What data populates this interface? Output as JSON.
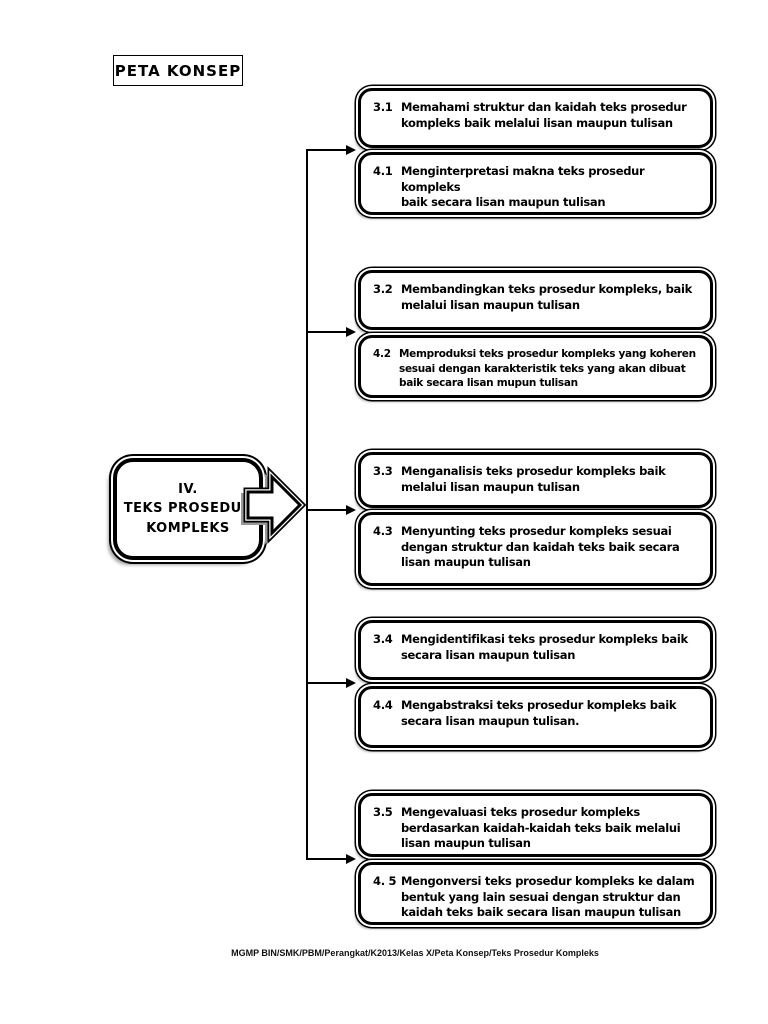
{
  "page": {
    "title": "PETA KONSEP",
    "footer": "MGMP BIN/SMK/PBM/Perangkat/K2013/Kelas X/Peta Konsep/Teks Prosedur Kompleks"
  },
  "center": {
    "label": "IV.\nTEKS PROSEDUR\nKOMPLEKS"
  },
  "boxes": [
    {
      "num": "3.1",
      "text": "Memahami struktur dan kaidah teks prosedur\nkompleks baik melalui lisan maupun tulisan"
    },
    {
      "num": "4.1",
      "text": "Menginterpretasi makna teks prosedur kompleks\nbaik secara lisan maupun tulisan"
    },
    {
      "num": "3.2",
      "text": "Membandingkan teks prosedur kompleks, baik\nmelalui lisan maupun tulisan"
    },
    {
      "num": "4.2",
      "text": "Memproduksi teks prosedur kompleks yang koheren\nsesuai dengan karakteristik teks yang akan dibuat\nbaik secara lisan mupun tulisan"
    },
    {
      "num": "3.3",
      "text": "Menganalisis teks prosedur kompleks baik\nmelalui lisan maupun tulisan"
    },
    {
      "num": "4.3",
      "text": "Menyunting teks prosedur kompleks sesuai\ndengan struktur dan kaidah teks baik secara\nlisan maupun tulisan"
    },
    {
      "num": "3.4",
      "text": "Mengidentifikasi teks prosedur kompleks baik\nsecara lisan maupun tulisan"
    },
    {
      "num": "4.4",
      "text": "Mengabstraksi teks prosedur kompleks baik\nsecara lisan maupun tulisan."
    },
    {
      "num": "3.5",
      "text": "Mengevaluasi teks prosedur kompleks\nberdasarkan kaidah-kaidah teks baik melalui\nlisan maupun tulisan"
    },
    {
      "num": "4. 5",
      "text": "Mengonversi teks prosedur kompleks ke dalam\nbentuk yang lain sesuai dengan struktur dan\nkaidah teks baik secara lisan maupun tulisan"
    }
  ]
}
